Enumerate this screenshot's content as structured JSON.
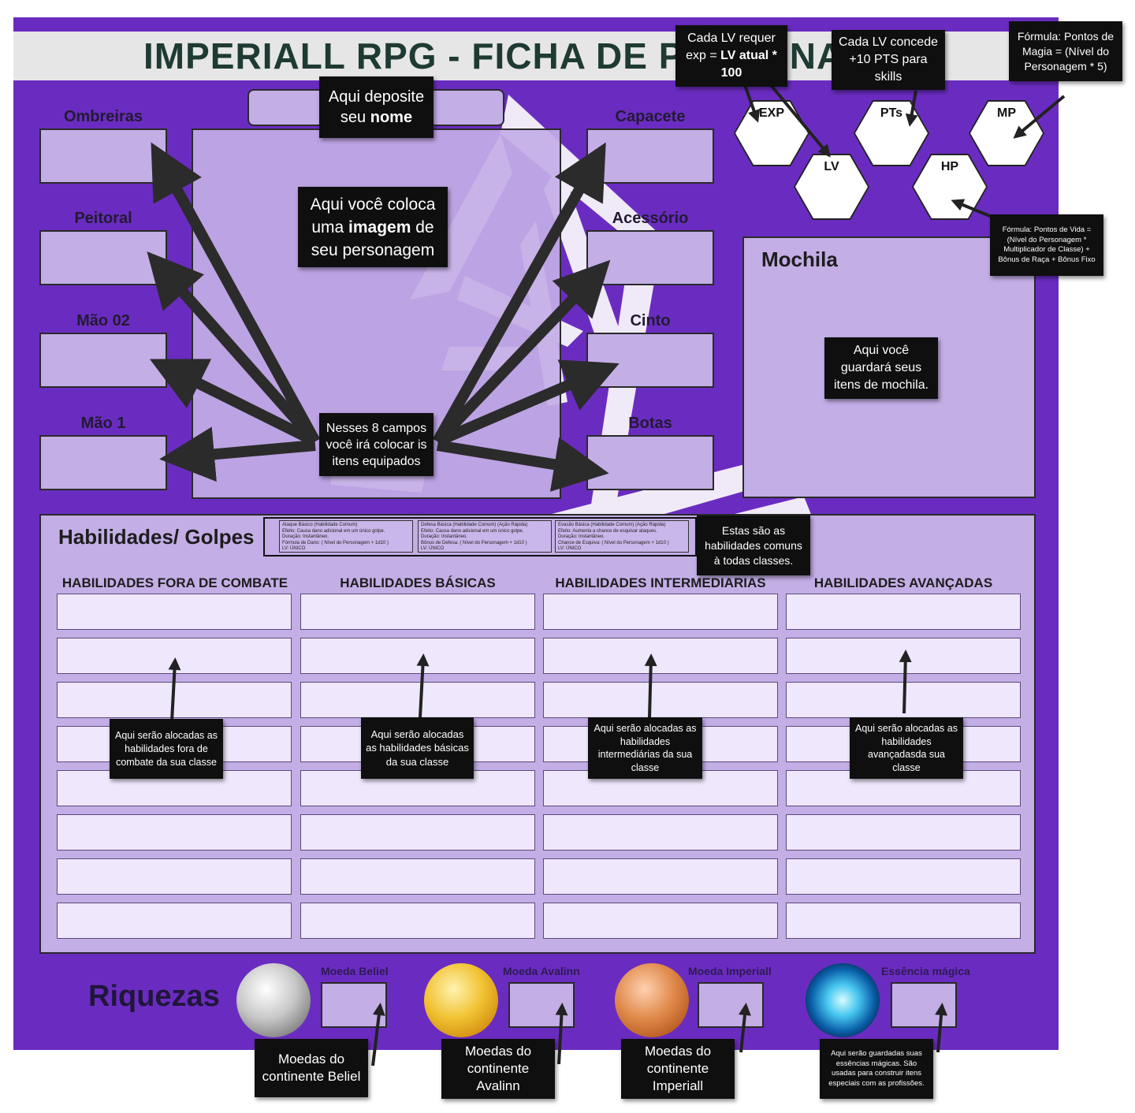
{
  "title": "IMPERIALL RPG - FICHA DE PERSONAGEM",
  "equipment_left": [
    "Ombreiras",
    "Peitoral",
    "Mão 02",
    "Mão 1"
  ],
  "equipment_right": [
    "Capacete",
    "Acessório",
    "Cinto",
    "Botas"
  ],
  "stats": {
    "exp": "EXP",
    "lv": "LV",
    "pts": "PTs",
    "hp": "HP",
    "mp": "MP"
  },
  "backpack": {
    "title": "Mochila",
    "note": "Aqui você guardará seus itens de mochila."
  },
  "notes": {
    "name_pre": "Aqui deposite seu ",
    "name_bold": "nome",
    "image_pre": "Aqui você coloca uma ",
    "image_bold": "imagem",
    "image_post": " de seu personagem",
    "equipped": "Nesses 8 campos você irá colocar is itens equipados",
    "lv_pre": "Cada LV requer exp = ",
    "lv_bold": "LV atual * 100",
    "pts": "Cada LV concede +10 PTS para skills",
    "mp_formula": "Fórmula: Pontos de Magia = (Nível do Personagem * 5)",
    "hp_formula": "Fórmula: Pontos de Vida = (Nível do Personagem * Multiplicador de Classe) + Bônus de Raça + Bônus Fixo",
    "common": "Estas são as habilidades comuns à todas classes."
  },
  "skills": {
    "title": "Habilidades/ Golpes",
    "columns": [
      "HABILIDADES FORA DE COMBATE",
      "HABILIDADES BÁSICAS",
      "HABILIDADES INTERMEDIARIAS",
      "HABILIDADES AVANÇADAS"
    ],
    "column_notes": [
      "Aqui serão alocadas as habilidades fora de combate da sua classe",
      "Aqui serão alocadas as habilidades básicas da sua classe",
      "Aqui serão alocadas as habilidades intermediárias da sua classe",
      "Aqui serão alocadas as habilidades avançadasda sua classe"
    ],
    "common_cards": [
      {
        "name": "Ataque Básico (Habilidade Comum)",
        "l1": "Efeito: Causa dano adicional em um único golpe.",
        "l2": "Duração: Instantâneo.",
        "l3": "Fórmula de Dano: ( Nível do Personagem + 1d10 )",
        "l4": "LV: ÚNICO"
      },
      {
        "name": "Defesa Básica (Habilidade Comum) (Ação Rápida)",
        "l1": "Efeito: Causa dano adicional em um único golpe.",
        "l2": "Duração: Instantâneo.",
        "l3": "Bônus de Defesa: ( Nível do Personagem + 1d10 )",
        "l4": "LV: ÚNICO"
      },
      {
        "name": "Evasão Básica (Habilidade Comum) (Ação Rápida)",
        "l1": "Efeito: Aumenta a chance de esquivar ataques.",
        "l2": "Duração: Instantâneo.",
        "l3": "Chance de Esquiva: ( Nível do Personagem + 1d10 )",
        "l4": "LV: ÚNICO"
      }
    ]
  },
  "wealth": {
    "title": "Riquezas",
    "items": [
      {
        "label": "Moeda Beliel",
        "note": "Moedas do continente Beliel"
      },
      {
        "label": "Moeda Avalinn",
        "note": "Moedas do continente Avalinn"
      },
      {
        "label": "Moeda Imperiall",
        "note": "Moedas do continente Imperiall"
      },
      {
        "label": "Essência mágica",
        "note": "Aqui serão guardadas suas essências mágicas. São usadas para construir itens especiais com as profissões."
      }
    ]
  },
  "colors": {
    "sheet": "#6a2cc0",
    "panel": "#c3aee6",
    "note": "#0f0f0f"
  }
}
